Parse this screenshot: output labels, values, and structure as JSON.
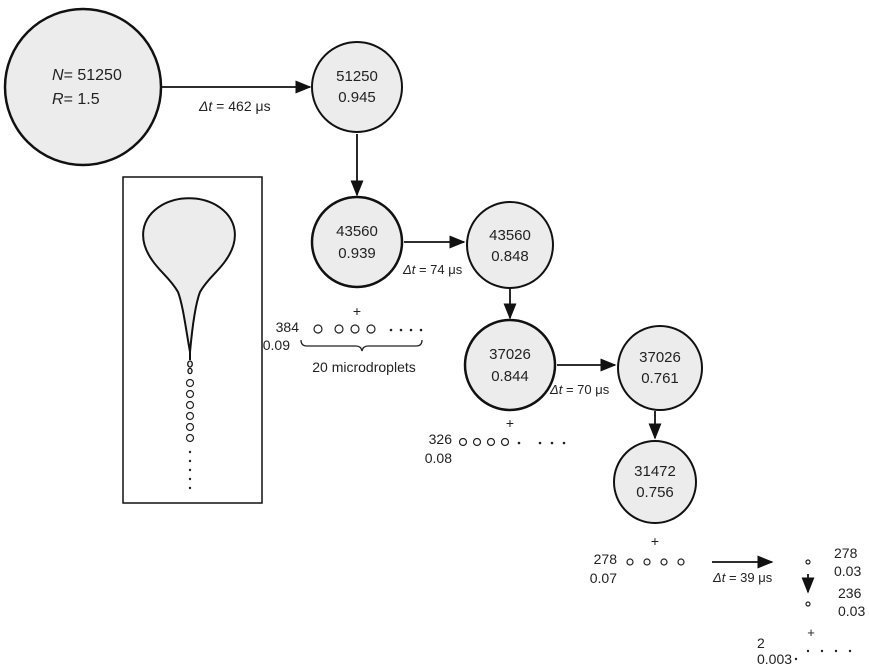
{
  "parent": {
    "n_symbol": "N",
    "n_value": "= 51250",
    "r_symbol": "R",
    "r_value": "= 1.5"
  },
  "arrows": {
    "a1": {
      "symbol": "Δt",
      "value": " = 462 μs"
    },
    "a2": {
      "symbol": "Δt",
      "value": " = 74 μs"
    },
    "a3": {
      "symbol": "Δt",
      "value": " = 70 μs"
    },
    "a4": {
      "symbol": "Δt",
      "value": " = 39 μs"
    }
  },
  "nodes": {
    "n1": {
      "n": "51250",
      "r": "0.945"
    },
    "n2": {
      "n": "43560",
      "r": "0.939"
    },
    "n3": {
      "n": "43560",
      "r": "0.848"
    },
    "n4": {
      "n": "37026",
      "r": "0.844"
    },
    "n5": {
      "n": "37026",
      "r": "0.761"
    },
    "n6": {
      "n": "31472",
      "r": "0.756"
    }
  },
  "plus": "+",
  "micro": {
    "m1": {
      "n": "384",
      "r": "0.09",
      "label": "20 microdroplets"
    },
    "m2": {
      "n": "326",
      "r": "0.08"
    },
    "m3": {
      "n": "278",
      "r": "0.07"
    }
  },
  "tail": {
    "t1": {
      "n": "278",
      "r": "0.03"
    },
    "t2": {
      "n": "236",
      "r": "0.03"
    },
    "t3": {
      "n": "2",
      "r": "0.003"
    }
  },
  "colors": {
    "fill": "#ececec",
    "stroke": "#111111"
  }
}
